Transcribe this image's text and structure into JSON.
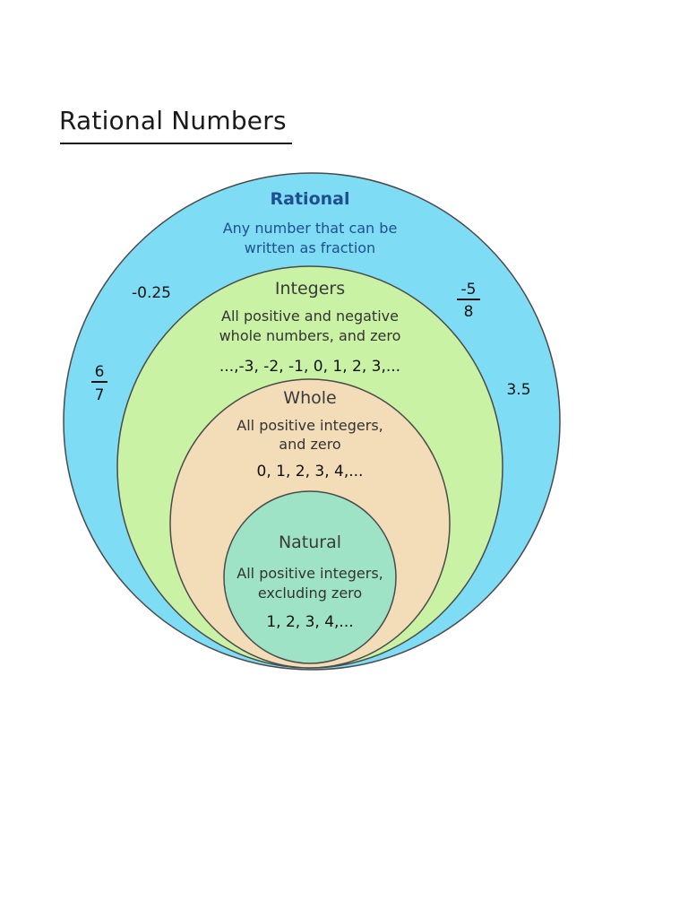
{
  "page": {
    "title": "Rational Numbers"
  },
  "colors": {
    "rational_fill": "#7fdcf5",
    "integers_fill": "#c9f2a4",
    "whole_fill": "#f3ddb8",
    "natural_fill": "#9fe3c6",
    "outline": "#4a4a4a",
    "rational_title": "#1f4f8f"
  },
  "sets": {
    "rational": {
      "name": "Rational",
      "description_line1": "Any number that can be",
      "description_line2": "written as fraction"
    },
    "integers": {
      "name": "Integers",
      "description_line1": "All positive and negative",
      "description_line2": "whole numbers, and zero",
      "examples": "...,-3, -2, -1, 0, 1, 2, 3,..."
    },
    "whole": {
      "name": "Whole",
      "description_line1": "All positive integers,",
      "description_line2": "and zero",
      "examples": "0, 1, 2, 3, 4,..."
    },
    "natural": {
      "name": "Natural",
      "description_line1": "All positive integers,",
      "description_line2": "excluding zero",
      "examples": "1, 2, 3, 4,..."
    }
  },
  "rational_examples": {
    "decimal_negative": "-0.25",
    "fraction_negative_numerator": "-5",
    "fraction_negative_denominator": "8",
    "fraction_numerator": "6",
    "fraction_denominator": "7",
    "decimal_positive": "3.5"
  }
}
